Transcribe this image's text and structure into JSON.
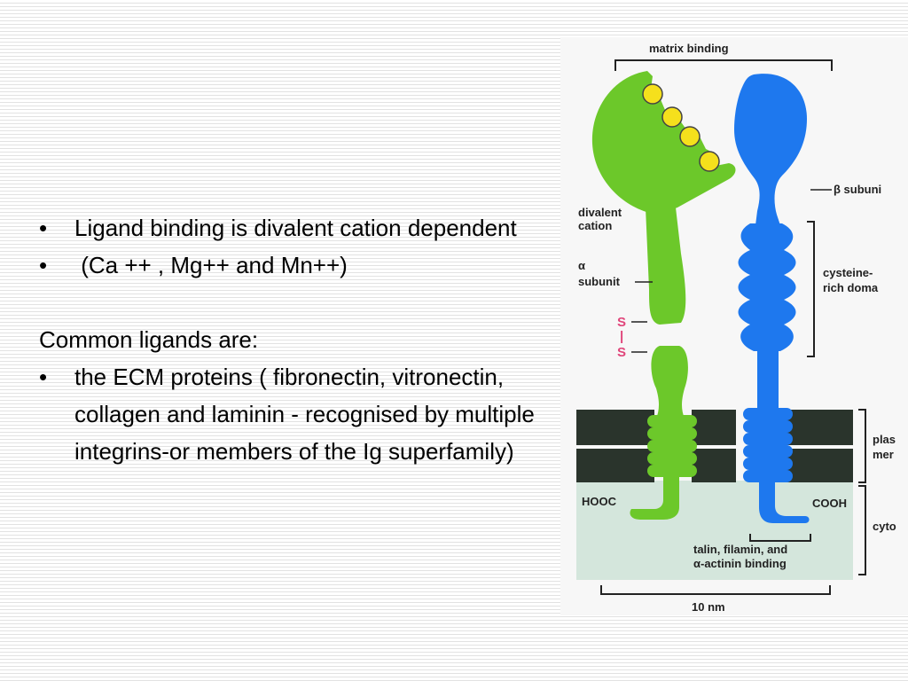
{
  "slide": {
    "bullets": [
      "Ligand binding is divalent cation dependent",
      " (Ca ++ , Mg++ and Mn++)"
    ],
    "heading": "Common ligands are:",
    "ecm_bullet": "the ECM proteins ( fibronectin, vitronectin, collagen and laminin - recognised by multiple integrins-or members of the Ig superfamily)",
    "bullet_symbol": "•"
  },
  "figure": {
    "labels": {
      "matrix_binding": "matrix binding",
      "beta_subunit": "β subuni",
      "divalent_cation_1": "divalent",
      "divalent_cation_2": "cation",
      "alpha_1": "α",
      "alpha_2": "subunit",
      "cysteine_1": "cysteine-",
      "cysteine_2": "rich doma",
      "ss_top": "S",
      "ss_mid": "|",
      "ss_bot": "S",
      "plasma_1": "plas",
      "plasma_2": "mer",
      "hooc": "HOOC",
      "cooh": "COOH",
      "cyto": "cyto",
      "talin_1": "talin, filamin, and",
      "talin_2": "α-actinin binding",
      "scale": "10 nm"
    },
    "colors": {
      "alpha_subunit": "#6cc82a",
      "beta_subunit": "#1e78ee",
      "cation": "#f5e01c",
      "membrane": "#2a342c",
      "cytoplasm": "#d4e6dc",
      "ss_bond": "#e0457a"
    }
  }
}
